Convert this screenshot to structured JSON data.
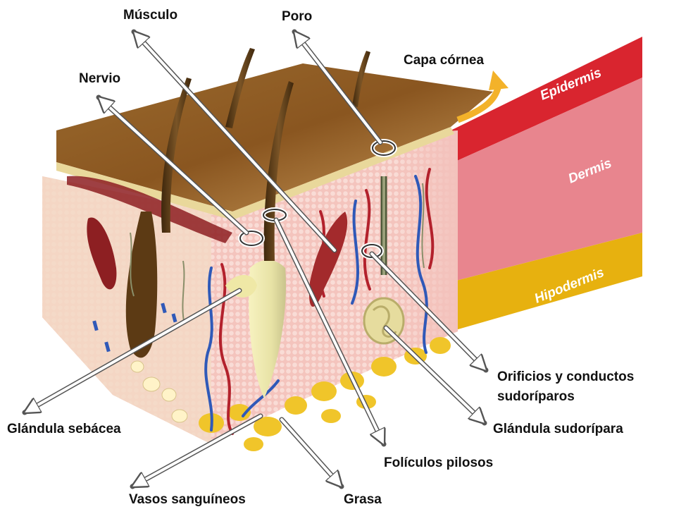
{
  "labels": {
    "musculo": "Músculo",
    "poro": "Poro",
    "capa_cornea": "Capa córnea",
    "nervio": "Nervio",
    "epidermis": "Epidermis",
    "dermis": "Dermis",
    "hipodermis": "Hipodermis",
    "orificios_line1": "Orificios y conductos",
    "orificios_line2": "sudoríparos",
    "glandula_sebacea": "Glándula sebácea",
    "glandula_sudoripara": "Glándula sudorípara",
    "foliculos_pilosos": "Folículos pilosos",
    "vasos_sanguineos": "Vasos sanguíneos",
    "grasa": "Grasa"
  },
  "colors": {
    "epidermis": "#d9252f",
    "dermis": "#e8858e",
    "hipodermis": "#e7b10f",
    "skin_surface": "#8c5a24",
    "tissue": "#f2c3bd",
    "fat": "#f0c52a",
    "vein": "#2f59b8",
    "artery": "#b3212c",
    "hair": "#5a3a14"
  }
}
